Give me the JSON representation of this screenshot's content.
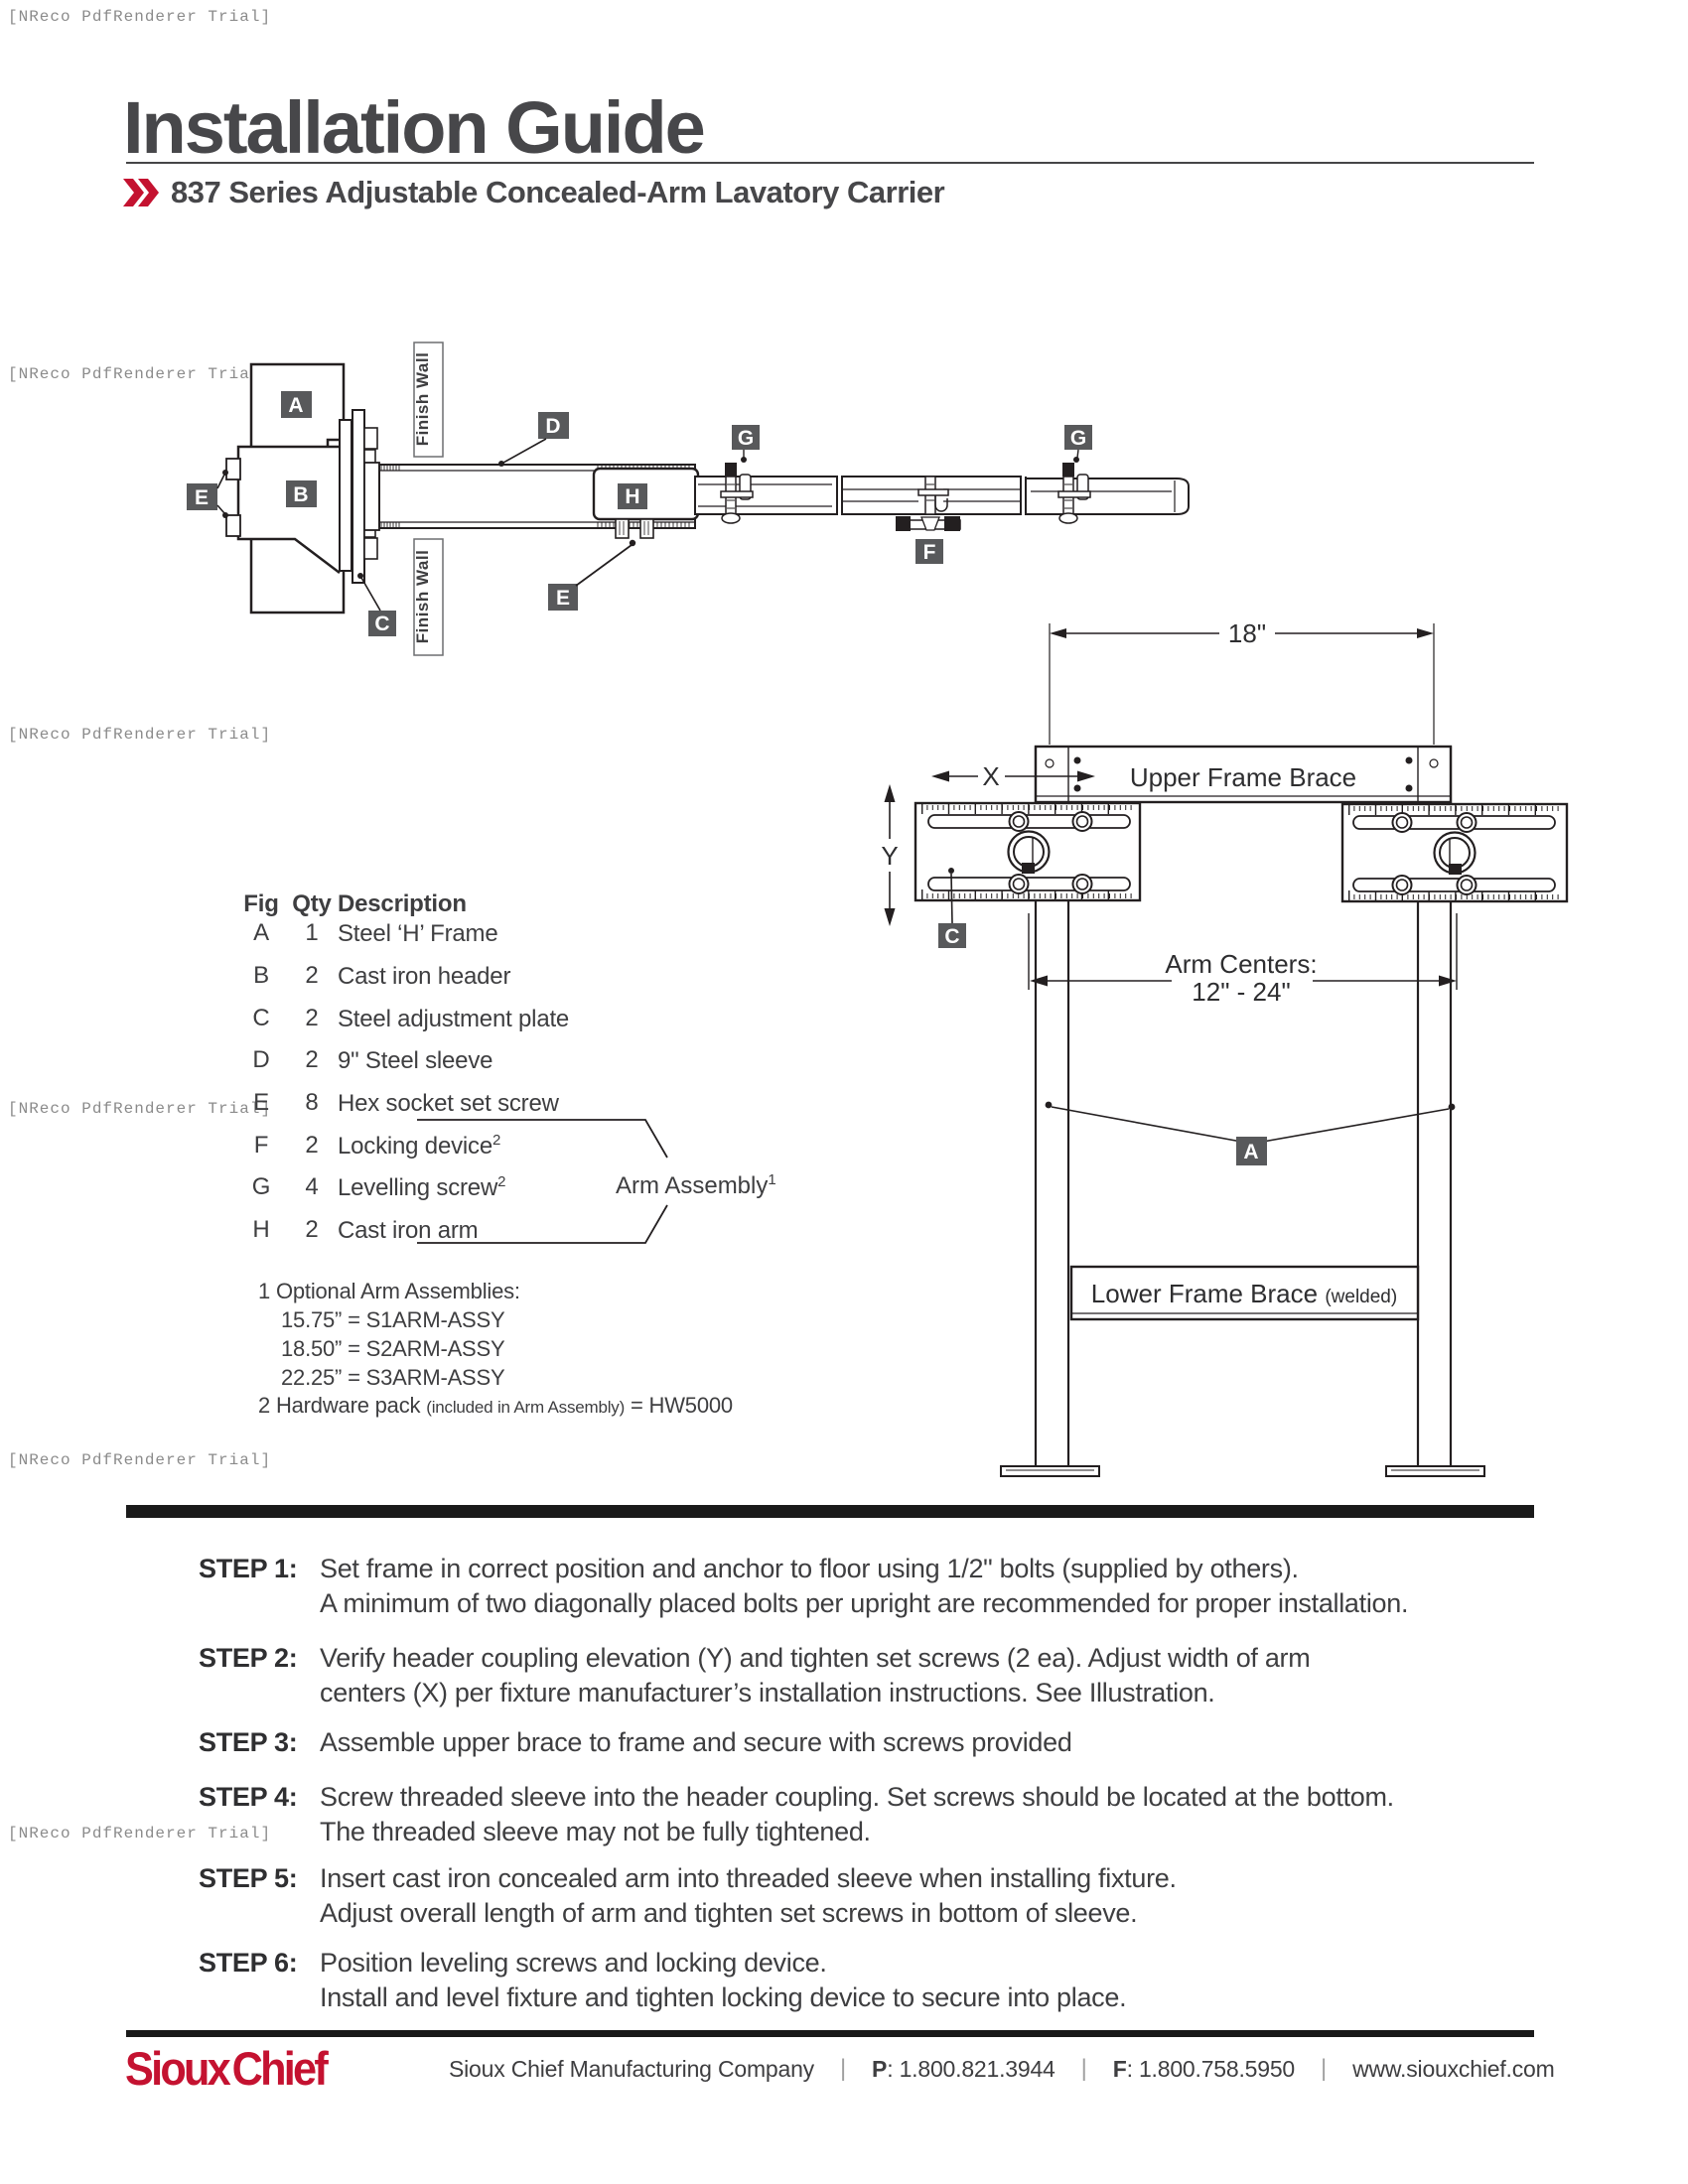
{
  "watermark": "[NReco PdfRenderer Trial]",
  "header": {
    "title": "Installation Guide",
    "subtitle": "837 Series Adjustable Concealed-Arm Lavatory Carrier"
  },
  "side_diagram": {
    "labels": {
      "A": "A",
      "B": "B",
      "C": "C",
      "D": "D",
      "E1": "E",
      "E2": "E",
      "F": "F",
      "G1": "G",
      "G2": "G",
      "H": "H"
    },
    "finish_wall_top": "Finish Wall",
    "finish_wall_bottom": "Finish Wall"
  },
  "frame_diagram": {
    "dim_width": "18\"",
    "upper_brace": "Upper Frame Brace",
    "dim_x": "X",
    "dim_y": "Y",
    "label_c": "C",
    "label_a": "A",
    "arm_centers_title": "Arm Centers:",
    "arm_centers_range": "12\" - 24\"",
    "lower_brace": "Lower Frame Brace ",
    "lower_brace_note": "(welded)"
  },
  "parts_table": {
    "headers": {
      "fig": "Fig",
      "qty": "Qty",
      "desc": "Description"
    },
    "rows": [
      {
        "fig": "A",
        "qty": "1",
        "desc": "Steel ‘H’ Frame",
        "sup": ""
      },
      {
        "fig": "B",
        "qty": "2",
        "desc": "Cast iron header",
        "sup": ""
      },
      {
        "fig": "C",
        "qty": "2",
        "desc": "Steel adjustment plate",
        "sup": ""
      },
      {
        "fig": "D",
        "qty": "2",
        "desc": "9\" Steel sleeve",
        "sup": ""
      },
      {
        "fig": "E",
        "qty": "8",
        "desc": "Hex socket set screw",
        "sup": ""
      },
      {
        "fig": "F",
        "qty": "2",
        "desc": "Locking device",
        "sup": "2"
      },
      {
        "fig": "G",
        "qty": "4",
        "desc": "Levelling screw",
        "sup": "2"
      },
      {
        "fig": "H",
        "qty": "2",
        "desc": "Cast iron arm",
        "sup": ""
      }
    ],
    "arm_assembly_label": "Arm Assembly",
    "arm_assembly_sup": "1"
  },
  "notes": {
    "n1_num": "1",
    "n1_text": " Optional Arm Assemblies:",
    "items": [
      "15.75” = S1ARM-ASSY",
      "18.50” = S2ARM-ASSY",
      "22.25” = S3ARM-ASSY"
    ],
    "n2_num": "2",
    "n2_pre": " Hardware pack ",
    "n2_small": "(included in Arm Assembly)",
    "n2_post": " = HW5000"
  },
  "steps": [
    {
      "label": "STEP 1:",
      "lines": [
        "Set frame in correct position and anchor to floor using 1/2\" bolts (supplied by others).",
        "A minimum of two diagonally placed bolts per upright are recommended for proper installation."
      ]
    },
    {
      "label": "STEP 2:",
      "lines": [
        "Verify header coupling elevation (Y) and tighten set screws (2 ea). Adjust width of arm",
        "centers (X) per fixture manufacturer’s installation instructions. See Illustration."
      ]
    },
    {
      "label": "STEP 3:",
      "lines": [
        "Assemble upper brace to frame and secure with screws provided"
      ]
    },
    {
      "label": "STEP 4:",
      "lines": [
        "Screw threaded sleeve into the header coupling. Set screws should be located at the bottom.",
        "The threaded sleeve may not be fully tightened."
      ]
    },
    {
      "label": "STEP 5:",
      "lines": [
        "Insert cast iron concealed arm into threaded sleeve when installing fixture.",
        "Adjust overall length of arm and tighten set screws in bottom of sleeve."
      ]
    },
    {
      "label": "STEP 6:",
      "lines": [
        "Position leveling screws and locking device.",
        "Install and level fixture and tighten locking device to secure into place."
      ]
    }
  ],
  "footer": {
    "logo": "Sioux Chief",
    "company": "Sioux Chief Manufacturing Company",
    "phone_label": "P",
    "phone": ": 1.800.821.3944",
    "fax_label": "F",
    "fax": ": 1.800.758.5950",
    "website": "www.siouxchief.com",
    "separator": "|"
  }
}
